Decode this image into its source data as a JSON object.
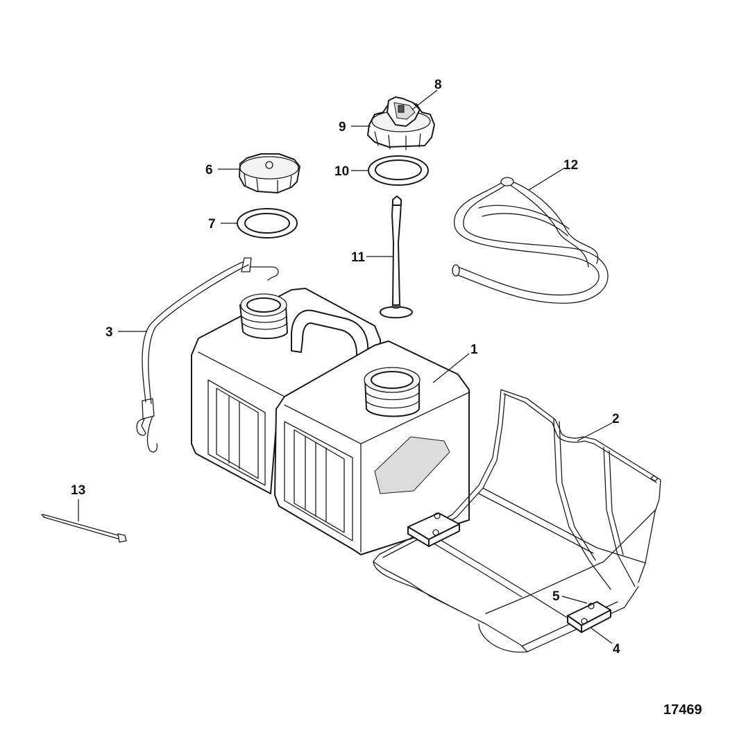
{
  "diagram": {
    "callouts": [
      {
        "id": "callout-1",
        "label": "1"
      },
      {
        "id": "callout-2",
        "label": "2"
      },
      {
        "id": "callout-3",
        "label": "3"
      },
      {
        "id": "callout-4",
        "label": "4"
      },
      {
        "id": "callout-5",
        "label": "5"
      },
      {
        "id": "callout-6",
        "label": "6"
      },
      {
        "id": "callout-7",
        "label": "7"
      },
      {
        "id": "callout-8",
        "label": "8"
      },
      {
        "id": "callout-9",
        "label": "9"
      },
      {
        "id": "callout-10",
        "label": "10"
      },
      {
        "id": "callout-11",
        "label": "11"
      },
      {
        "id": "callout-12",
        "label": "12"
      },
      {
        "id": "callout-13",
        "label": "13"
      }
    ],
    "drawing_number": "17469"
  },
  "colors": {
    "line": "#1a1a1a",
    "background": "#ffffff"
  }
}
